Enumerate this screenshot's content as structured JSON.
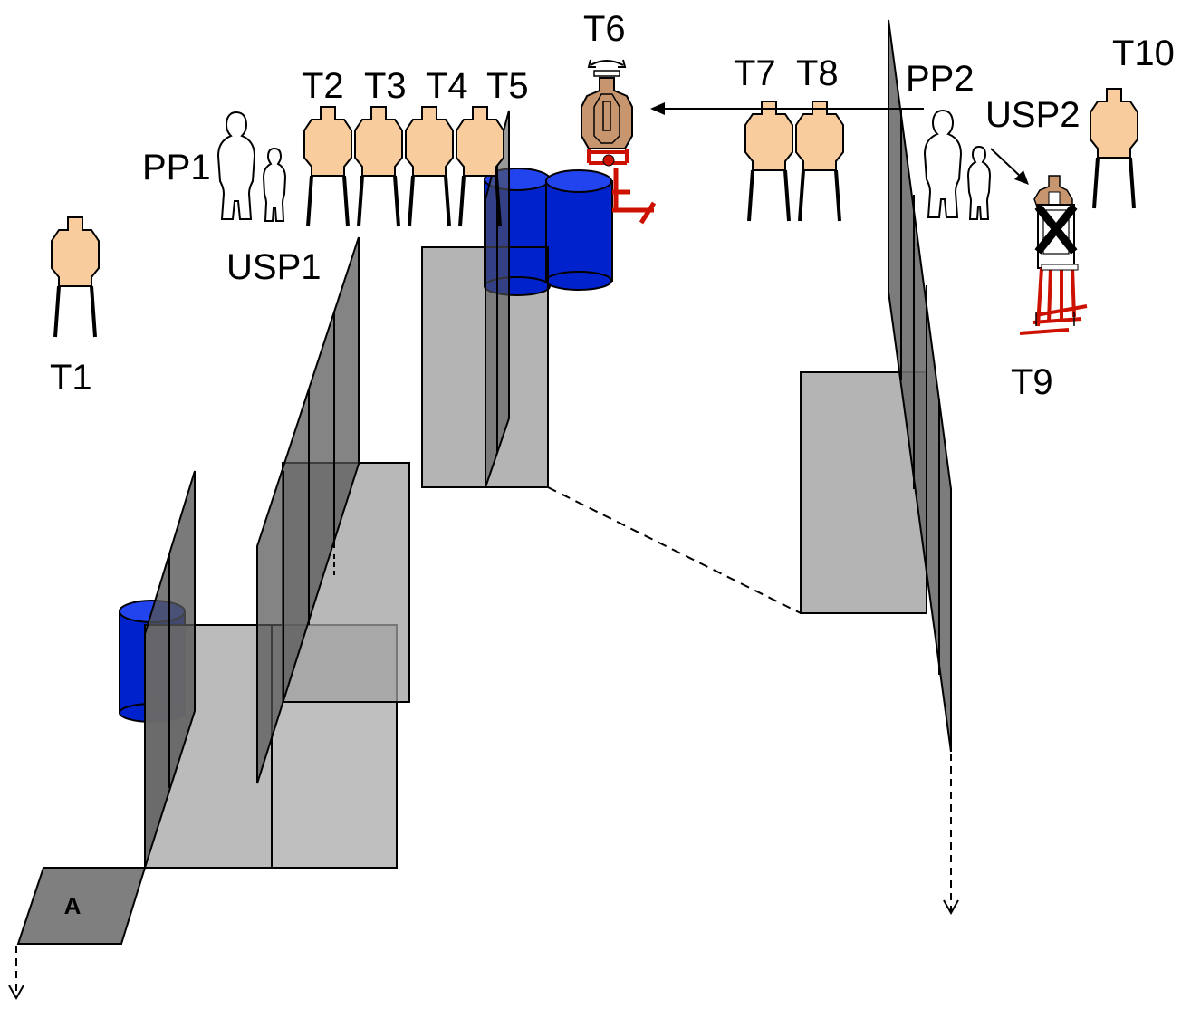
{
  "diagram": {
    "labels": {
      "t1": "T1",
      "t2": "T2",
      "t3": "T3",
      "t4": "T4",
      "t5": "T5",
      "t6": "T6",
      "t7": "T7",
      "t8": "T8",
      "t9": "T9",
      "t10": "T10",
      "pp1": "PP1",
      "pp2": "PP2",
      "usp1": "USP1",
      "usp2": "USP2",
      "start": "A"
    },
    "colors": {
      "target_fill": "#f9cc9d",
      "steel_fill": "#c8966e",
      "barrel": "#0022cc",
      "barrel_top": "#2244ee",
      "wall": "#6e6e6e",
      "floor": "#b4b4b4",
      "start_box": "#7f7f7f",
      "mover_red": "#cc1100"
    },
    "icons": {
      "targets": "cardboard-target-icon",
      "no_shoot": "no-shoot-silhouette-icon",
      "steel": "swinging-steel-target-icon",
      "mover": "moving-target-icon",
      "barrels": "barrel-icon"
    }
  }
}
